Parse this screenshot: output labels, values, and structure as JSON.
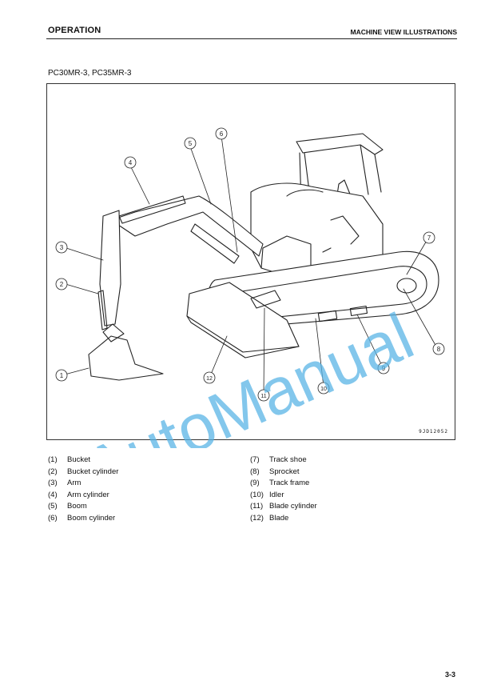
{
  "header": {
    "section": "OPERATION",
    "topic": "MACHINE VIEW ILLUSTRATIONS"
  },
  "model": "PC30MR-3, PC35MR-3",
  "figure": {
    "code": "9JD12052",
    "callouts": [
      "1",
      "2",
      "3",
      "4",
      "5",
      "6",
      "7",
      "8",
      "9",
      "10",
      "11",
      "12"
    ]
  },
  "legend_left": [
    {
      "num": "(1)",
      "label": "Bucket"
    },
    {
      "num": "(2)",
      "label": "Bucket cylinder"
    },
    {
      "num": "(3)",
      "label": "Arm"
    },
    {
      "num": "(4)",
      "label": "Arm cylinder"
    },
    {
      "num": "(5)",
      "label": "Boom"
    },
    {
      "num": "(6)",
      "label": "Boom cylinder"
    }
  ],
  "legend_right": [
    {
      "num": "(7)",
      "label": "Track shoe"
    },
    {
      "num": "(8)",
      "label": "Sprocket"
    },
    {
      "num": "(9)",
      "label": "Track frame"
    },
    {
      "num": "(10)",
      "label": "Idler"
    },
    {
      "num": "(11)",
      "label": "Blade cylinder"
    },
    {
      "num": "(12)",
      "label": "Blade"
    }
  ],
  "watermark": "AutoManual",
  "colors": {
    "watermark": "#5ab4e6"
  },
  "page_number": "3-3"
}
